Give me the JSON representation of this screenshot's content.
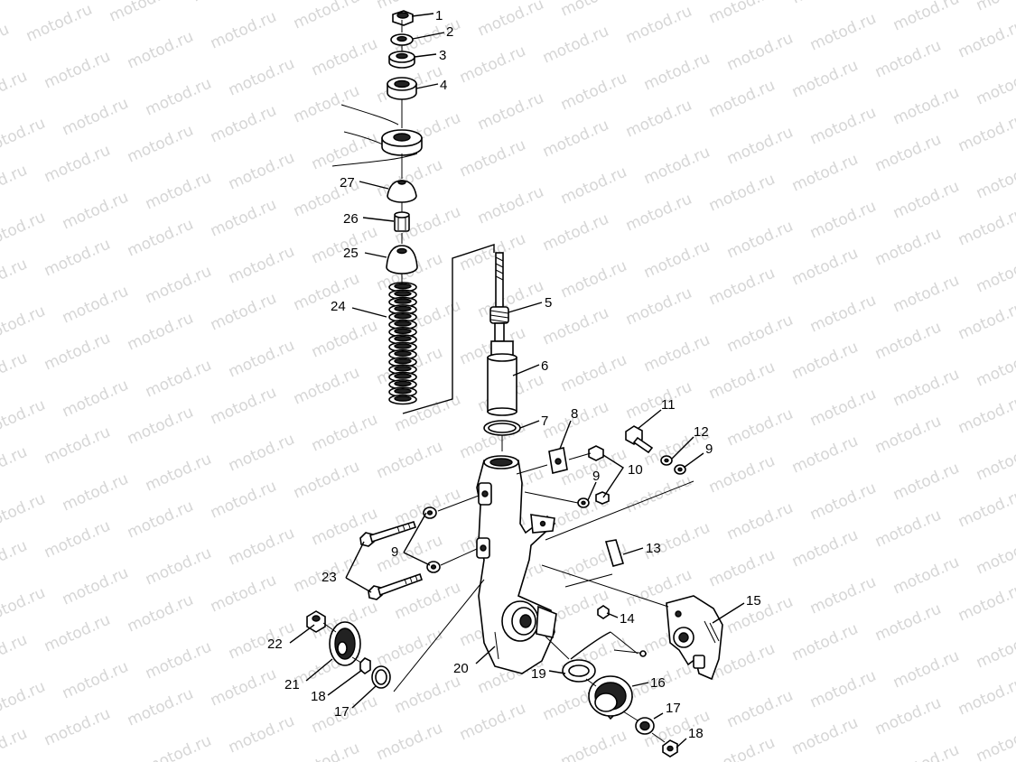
{
  "watermark": "motod.ru",
  "callouts": [
    {
      "id": "c1",
      "text": "1"
    },
    {
      "id": "c2",
      "text": "2"
    },
    {
      "id": "c3",
      "text": "3"
    },
    {
      "id": "c4",
      "text": "4"
    },
    {
      "id": "c27",
      "text": "27"
    },
    {
      "id": "c26",
      "text": "26"
    },
    {
      "id": "c25",
      "text": "25"
    },
    {
      "id": "c24",
      "text": "24"
    },
    {
      "id": "c5",
      "text": "5"
    },
    {
      "id": "c6",
      "text": "6"
    },
    {
      "id": "c7",
      "text": "7"
    },
    {
      "id": "c8",
      "text": "8"
    },
    {
      "id": "c11",
      "text": "11"
    },
    {
      "id": "c12",
      "text": "12"
    },
    {
      "id": "c9a",
      "text": "9"
    },
    {
      "id": "c10",
      "text": "10"
    },
    {
      "id": "c9b",
      "text": "9"
    },
    {
      "id": "c9c",
      "text": "9"
    },
    {
      "id": "c23",
      "text": "23"
    },
    {
      "id": "c13",
      "text": "13"
    },
    {
      "id": "c15",
      "text": "15"
    },
    {
      "id": "c14",
      "text": "14"
    },
    {
      "id": "c22",
      "text": "22"
    },
    {
      "id": "c20",
      "text": "20"
    },
    {
      "id": "c19",
      "text": "19"
    },
    {
      "id": "c16",
      "text": "16"
    },
    {
      "id": "c21",
      "text": "21"
    },
    {
      "id": "c18a",
      "text": "18"
    },
    {
      "id": "c17a",
      "text": "17"
    },
    {
      "id": "c17b",
      "text": "17"
    },
    {
      "id": "c18b",
      "text": "18"
    }
  ]
}
